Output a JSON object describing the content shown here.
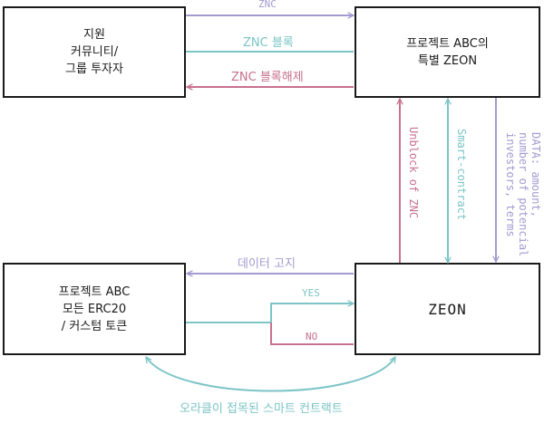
{
  "colors": {
    "purple": "#a49ad0",
    "teal": "#7cc4c6",
    "rose": "#c7718d",
    "border": "#1a1a1a"
  },
  "boxes": {
    "support": {
      "lines": [
        "지원",
        "커뮤니티/",
        "그룹 투자자"
      ]
    },
    "special_zeon": {
      "lines": [
        "프로젝트 ABC의",
        "특별 ZEON"
      ]
    },
    "project_tokens": {
      "lines": [
        "프로젝트 ABC",
        "모든 ERC20",
        "/ 커스텀 토큰"
      ]
    },
    "zeon": {
      "lines": [
        "ZEON"
      ]
    }
  },
  "labels": {
    "znc": "ZNC",
    "znc_lock": "ZNC 블록",
    "znc_unlock": "ZNC 블록해제",
    "unblock": "Unblock of ZNC",
    "smart_contract": "Smart-contract",
    "data_lines": [
      "DATA: amount,",
      "number of potencial",
      "investors, terms"
    ],
    "data_notice": "데이터 고지",
    "yes": "YES",
    "no": "NO",
    "oracle": "오라클이 접목된 스마트 컨트랙트"
  }
}
